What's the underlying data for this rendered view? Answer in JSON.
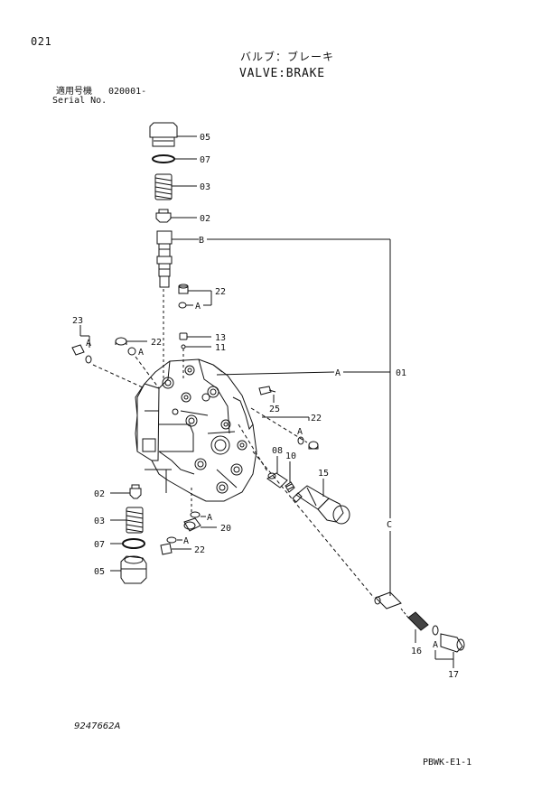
{
  "header": {
    "page_number": "021",
    "title_jp": "バルブ：ブレーキ",
    "title_en": "VALVE:BRAKE",
    "serial_label_jp": "適用号機",
    "serial_value": "020001-",
    "serial_label_en": "Serial No."
  },
  "callouts": {
    "c05_top": "05",
    "c07_top": "07",
    "c03_top": "03",
    "c02_top": "02",
    "cB": "B",
    "c22_a": "22",
    "cA_a": "A",
    "c13": "13",
    "c11": "11",
    "c23": "23",
    "cA_23": "A",
    "c22_b": "22",
    "cA_b": "A",
    "cA_main": "A",
    "c01": "01",
    "c25": "25",
    "c22_c": "22",
    "cA_c": "A",
    "c08": "08",
    "c10": "10",
    "c15": "15",
    "cC": "C",
    "c02_bot": "02",
    "c03_bot": "03",
    "c07_bot": "07",
    "c05_bot": "05",
    "cA_d": "A",
    "c20": "20",
    "cA_e": "A",
    "c22_d": "22",
    "c16": "16",
    "cA_f": "A",
    "c17": "17"
  },
  "footer": {
    "drawing_number": "9247662A",
    "sheet_code": "PBWK-E1-1"
  }
}
